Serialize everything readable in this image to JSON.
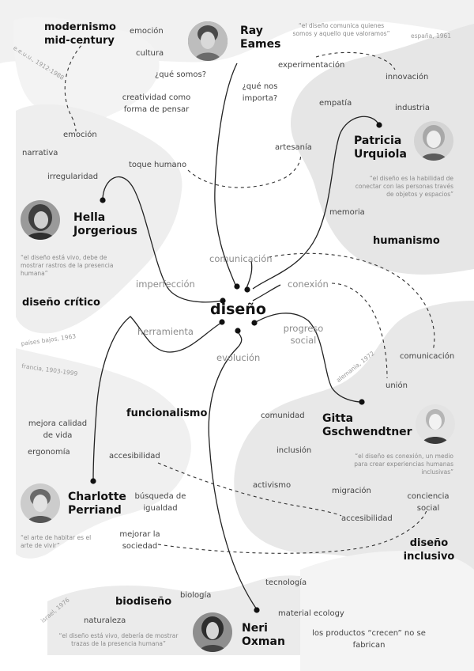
{
  "center": "diseño",
  "hubs": {
    "comunicacion": "comunicación",
    "conexion": "conexión",
    "imperfeccion": "imperfección",
    "herramienta": "herramienta",
    "evolucion": "evolución",
    "progreso": "progreso",
    "social": "social"
  },
  "designers": {
    "ray": {
      "first": "Ray",
      "last": "Eames",
      "quote1": "“el diseño comunica quienes",
      "quote2": "somos y aquello que valoramos”",
      "location": "e.e.u.u., 1912-1988"
    },
    "patricia": {
      "first": "Patricia",
      "last": "Urquiola",
      "quote1": "“el diseño es la habilidad de",
      "quote2": "conectar con las personas través",
      "quote3": "de objetos y espacios”",
      "location": "españa, 1961"
    },
    "hella": {
      "first": "Hella",
      "last": "Jorgerious",
      "quote1": "“el diseño está vivo, debe de",
      "quote2": "mostrar rastros de la presencia",
      "quote3": "humana”",
      "location": "países bajos, 1963"
    },
    "gitta": {
      "first": "Gitta",
      "last": "Gschwendtner",
      "quote1": "“el diseño es conexión, un medio",
      "quote2": "para crear experiencias humanas",
      "quote3": "inclusivas”",
      "location": "alemania, 1972"
    },
    "charlotte": {
      "first": "Charlotte",
      "last": "Perriand",
      "quote1": "“el arte de habitar es el",
      "quote2": "arte de vivir”",
      "location": "francia, 1903-1999"
    },
    "neri": {
      "first": "Neri",
      "last": "Oxman",
      "quote1": "“el diseño está vivo, debería de mostrar",
      "quote2": "trazas de la presencia humana”",
      "location": "israel, 1976"
    }
  },
  "movements": {
    "modernismo1": "modernismo",
    "modernismo2": "mid-century",
    "humanismo": "humanismo",
    "diseno_critico": "diseño crítico",
    "funcionalismo": "funcionalismo",
    "diseno_inclusivo1": "diseño",
    "diseno_inclusivo2": "inclusivo",
    "biodiseno": "biodiseño"
  },
  "keywords": {
    "emocion_top": "emoción",
    "cultura": "cultura",
    "que_somos": "¿qué somos?",
    "creatividad1": "creatividad como",
    "creatividad2": "forma de pensar",
    "que_nos1": "¿qué nos",
    "que_nos2": "importa?",
    "experimentacion": "experimentación",
    "innovacion": "innovación",
    "empatia": "empatía",
    "industria": "industria",
    "artesania": "artesanía",
    "memoria": "memoria",
    "emocion_left": "emoción",
    "narrativa": "narrativa",
    "irregularidad": "irregularidad",
    "toque_humano": "toque humano",
    "comunicacion_right": "comunicación",
    "union": "unión",
    "comunidad": "comunidad",
    "inclusion": "inclusión",
    "activismo": "activismo",
    "migracion": "migración",
    "conciencia1": "conciencia",
    "conciencia2": "social",
    "accesibilidad_right": "accesibilidad",
    "mejora1": "mejora calidad",
    "mejora2": "de vida",
    "ergonomia": "ergonomía",
    "accesibilidad_left": "accesibilidad",
    "busqueda1": "búsqueda de",
    "busqueda2": "igualdad",
    "mejorar1": "mejorar la",
    "mejorar2": "sociedad",
    "tecnologia": "tecnología",
    "biologia": "biología",
    "naturaleza": "naturaleza",
    "material_ecology": "material ecology",
    "productos1": "los productos “crecen” no se",
    "productos2": "fabrican"
  },
  "colors": {
    "background": "#ffffff",
    "blob_light": "#f0f0f0",
    "blob_mid": "#e4e4e4",
    "line": "#222222"
  }
}
